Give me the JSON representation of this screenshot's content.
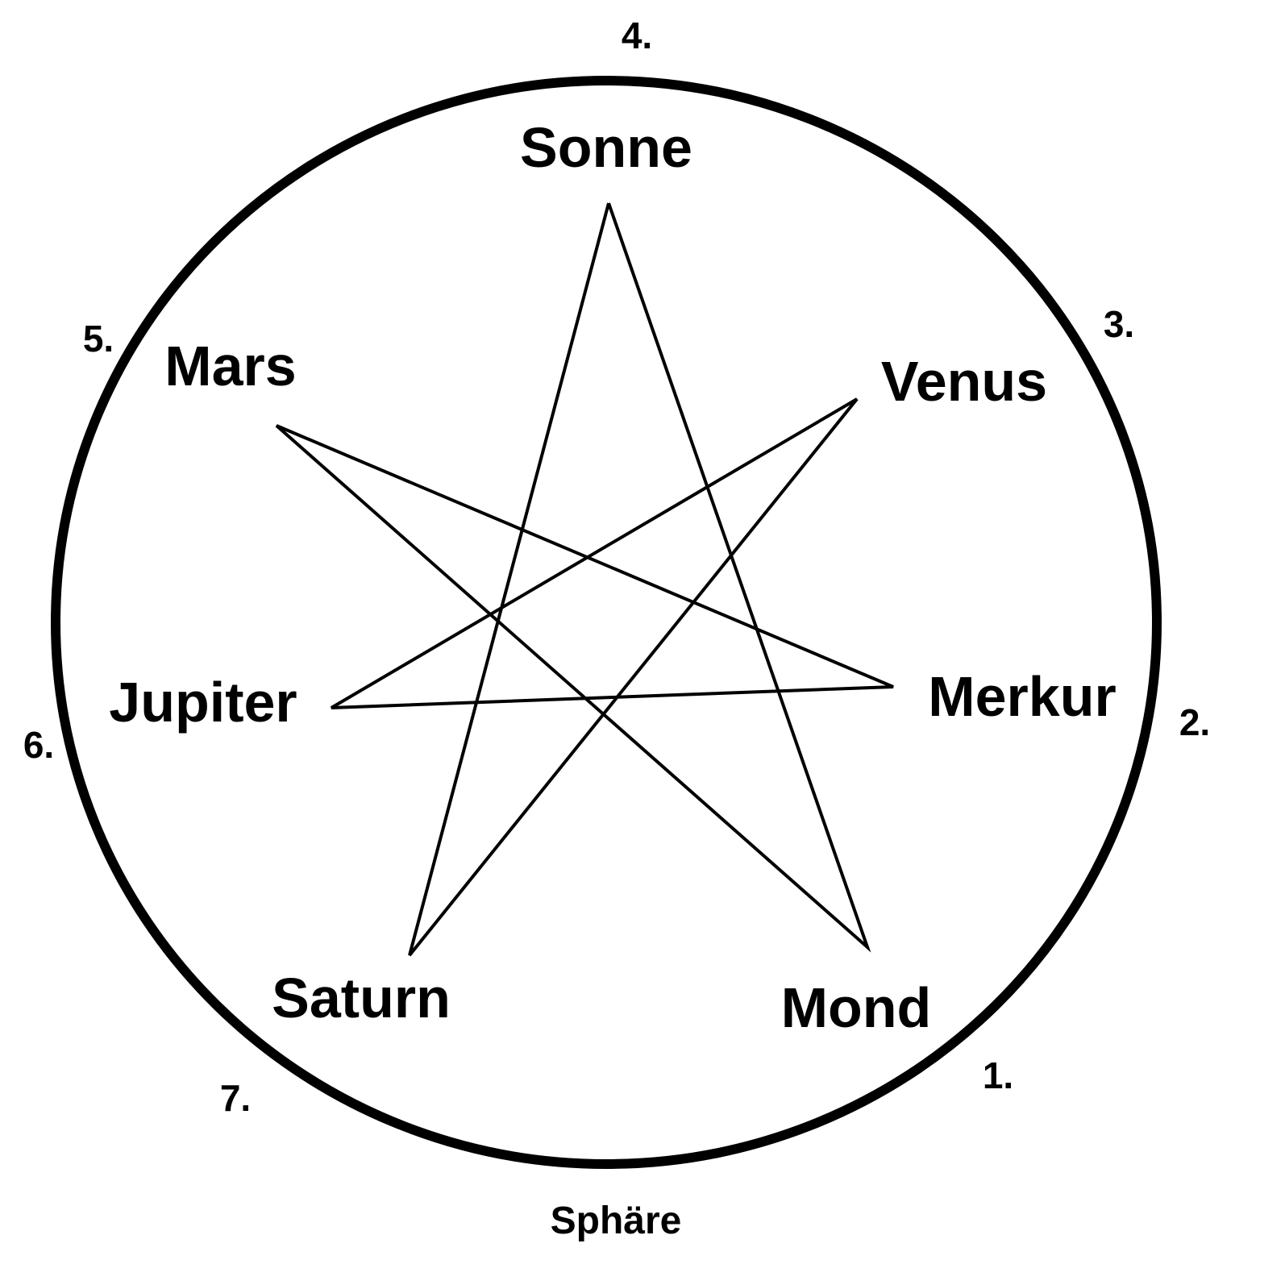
{
  "planets": {
    "sonne": "Sonne",
    "venus": "Venus",
    "merkur": "Merkur",
    "mond": "Mond",
    "saturn": "Saturn",
    "jupiter": "Jupiter",
    "mars": "Mars"
  },
  "spheres": [
    "1.",
    "2.",
    "3.",
    "4.",
    "5.",
    "6.",
    "7."
  ],
  "caption": "Sphäre",
  "star_order": [
    "Sonne",
    "Mond",
    "Mars",
    "Merkur",
    "Jupiter",
    "Venus",
    "Saturn",
    "Sonne"
  ],
  "colors": {
    "stroke": "#000000",
    "background": "#ffffff"
  }
}
